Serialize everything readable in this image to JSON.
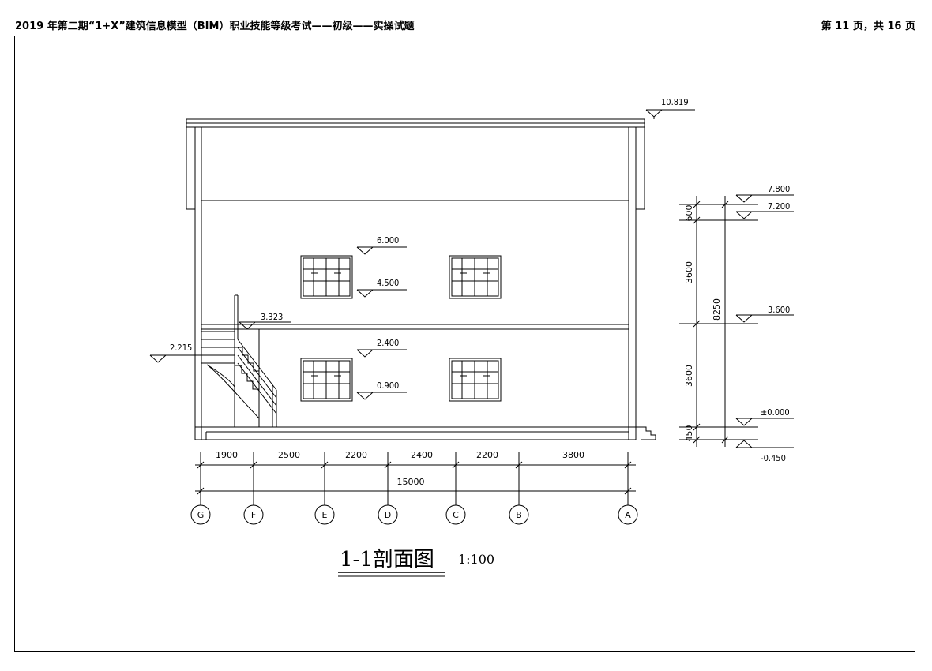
{
  "header": {
    "title": "2019 年第二期“1+X”建筑信息模型（BIM）职业技能等级考试——初级——实操试题",
    "page": "第 11 页，共 16 页"
  },
  "drawing": {
    "title": "1-1剖面图",
    "scale": "1:100",
    "elevations": {
      "roof_top": "10.819",
      "window_upper_top": "6.000",
      "window_upper_bottom": "4.500",
      "landing": "3.323",
      "window_lower_top": "2.400",
      "window_lower_bottom": "0.900",
      "stair_mid": "2.215",
      "right_7800": "7.800",
      "right_7200": "7.200",
      "right_3600": "3.600",
      "right_0000": "±0.000",
      "right_m450": "-0.450"
    },
    "vertical_dims": {
      "d600": "600",
      "d3600_upper": "3600",
      "d8250": "8250",
      "d3600_lower": "3600",
      "d450": "450"
    },
    "horizontal_dims": {
      "d1900": "1900",
      "d2500": "2500",
      "d2200a": "2200",
      "d2400": "2400",
      "d2200b": "2200",
      "d3800": "3800",
      "total": "15000"
    },
    "axes": [
      "G",
      "F",
      "E",
      "D",
      "C",
      "B",
      "A"
    ]
  }
}
